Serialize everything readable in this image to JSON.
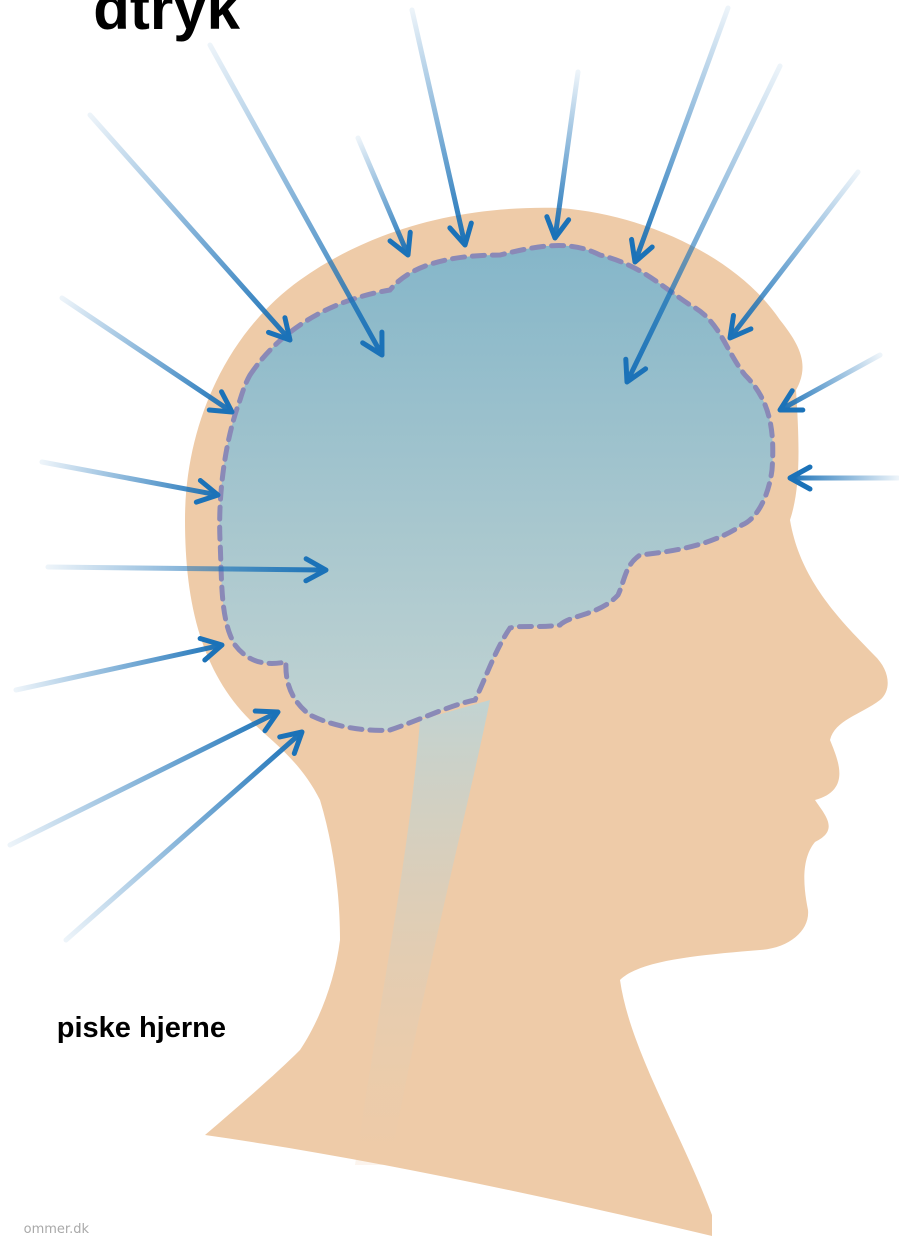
{
  "title": "dtryk",
  "caption": "piske hjerne",
  "credit": "ommer.dk",
  "colors": {
    "skin": "#eecba8",
    "brain_top": "#85b6c9",
    "brain_bottom": "#c1d3d2",
    "brain_outline": "#8a89b7",
    "arrow": "#1b72b8",
    "text": "#000000",
    "credit": "#a9a9a9"
  },
  "icons": {
    "head": "head-silhouette-icon",
    "brain": "brain-icon",
    "arrow": "arrow-icon"
  }
}
